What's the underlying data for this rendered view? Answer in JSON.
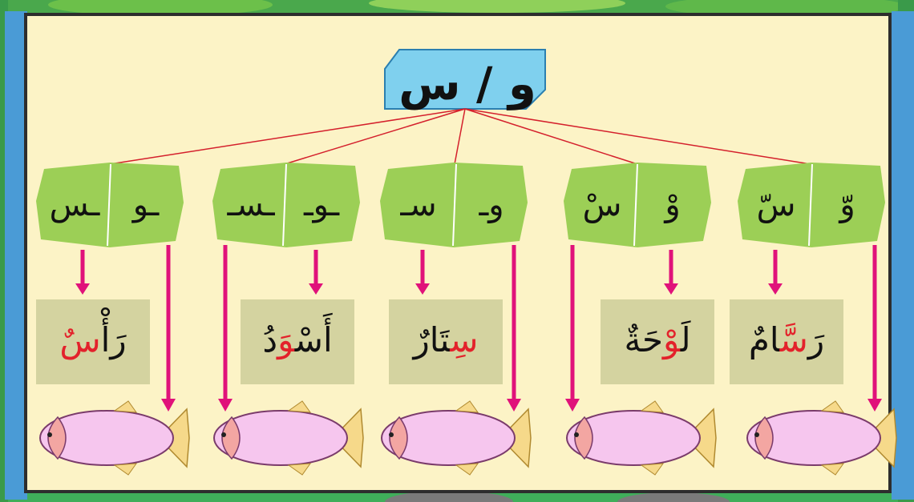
{
  "title": "و / س",
  "colors": {
    "board": "#fcf3c6",
    "title_box": "#7fd0ee",
    "letter_box": "#9ccf56",
    "word_card": "#d4d3a0",
    "arrow": "#e0127a",
    "line": "#d4202c",
    "fish_body": "#f6c6ee",
    "fish_head": "#f3a6a2",
    "fish_tail": "#f6d98a"
  },
  "groups": [
    {
      "id": "g1",
      "right_letter": "وّ",
      "left_letter": "سّ",
      "word_prefix": "رَ",
      "word_hl": "سَّ",
      "word_suffix": "امٌ"
    },
    {
      "id": "g2",
      "right_letter": "وْ",
      "left_letter": "سْ",
      "word_prefix": "لَ",
      "word_hl": "وْ",
      "word_suffix": "حَةٌ"
    },
    {
      "id": "g3",
      "right_letter": "وـ",
      "left_letter": "سـ",
      "word_prefix": "",
      "word_hl": "سِ",
      "word_suffix": "تَارٌ"
    },
    {
      "id": "g4",
      "right_letter": "ـوـ",
      "left_letter": "ـسـ",
      "word_prefix": "أَسْ",
      "word_hl": "وَ",
      "word_suffix": "دُ"
    },
    {
      "id": "g5",
      "right_letter": "ـو",
      "left_letter": "ـس",
      "word_prefix": "رَأْ",
      "word_hl": "سٌ",
      "word_suffix": ""
    }
  ]
}
